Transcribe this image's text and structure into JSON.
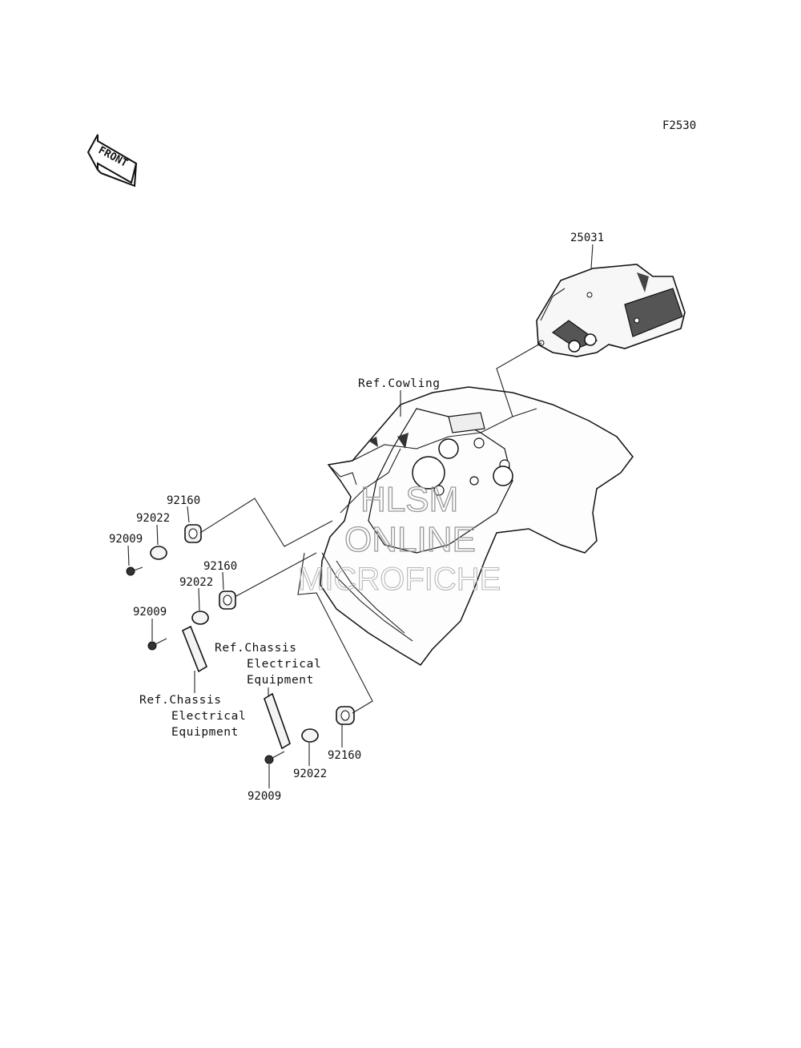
{
  "figure_code": "F2530",
  "front_arrow_label": "FRONT",
  "references": {
    "cowling": "Ref.Cowling",
    "chassis_1": [
      "Ref.Chassis",
      "Electrical",
      "Equipment"
    ],
    "chassis_2": [
      "Ref.Chassis",
      "Electrical",
      "Equipment"
    ]
  },
  "part_numbers": {
    "meter": "25031",
    "grommet_1": "92160",
    "washer_1": "92022",
    "screw_1": "92009",
    "grommet_2": "92160",
    "washer_2": "92022",
    "screw_2": "92009",
    "grommet_3": "92160",
    "washer_3": "92022",
    "screw_3": "92009"
  },
  "watermark": [
    "HLSM",
    "ONLINE",
    "MICROFICHE"
  ]
}
